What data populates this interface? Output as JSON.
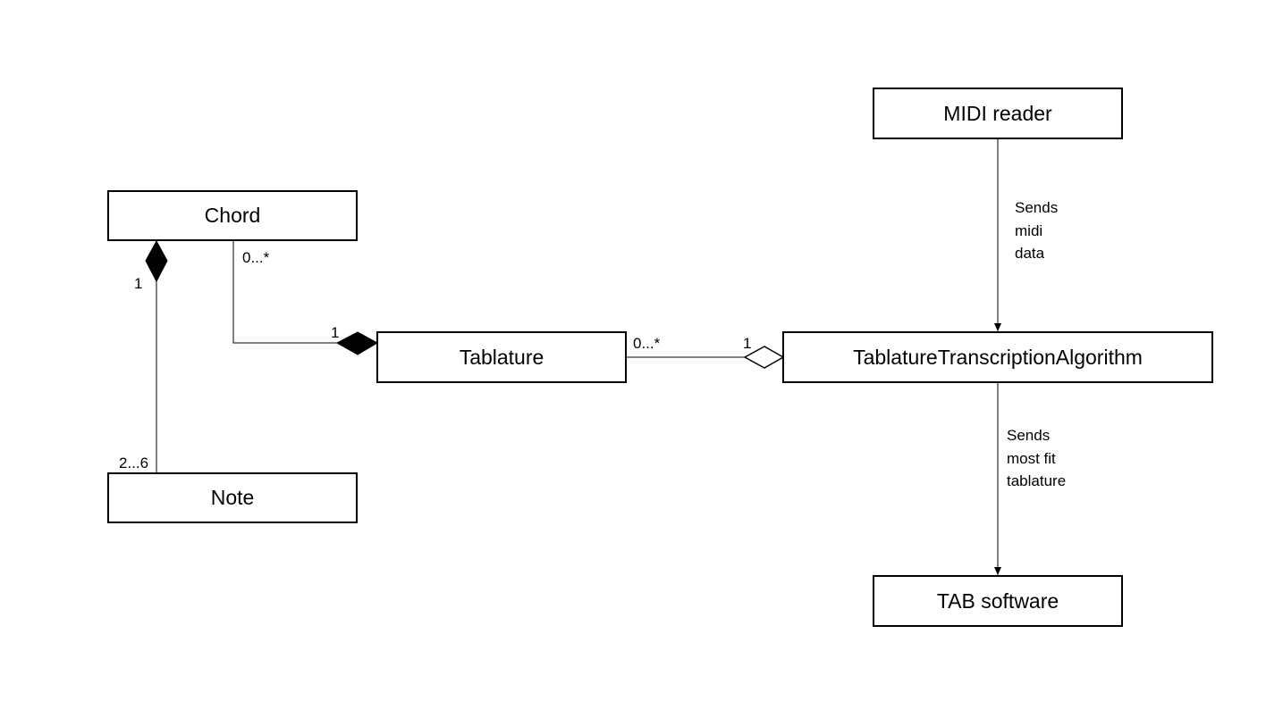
{
  "classes": {
    "chord": "Chord",
    "note": "Note",
    "tablature": "Tablature",
    "algorithm": "TablatureTranscriptionAlgorithm",
    "midi_reader": "MIDI reader",
    "tab_software": "TAB software"
  },
  "multiplicities": {
    "chord_note_chord_end": "1",
    "chord_note_note_end": "2...6",
    "chord_tablature_chord_end": "0...*",
    "chord_tablature_tablature_end": "1",
    "tablature_algorithm_tablature_end": "0...*",
    "tablature_algorithm_algorithm_end": "1"
  },
  "messages": {
    "midi_to_algorithm": [
      "Sends",
      "midi",
      "data"
    ],
    "algorithm_to_tab": [
      "Sends",
      "most fit",
      "tablature"
    ]
  }
}
